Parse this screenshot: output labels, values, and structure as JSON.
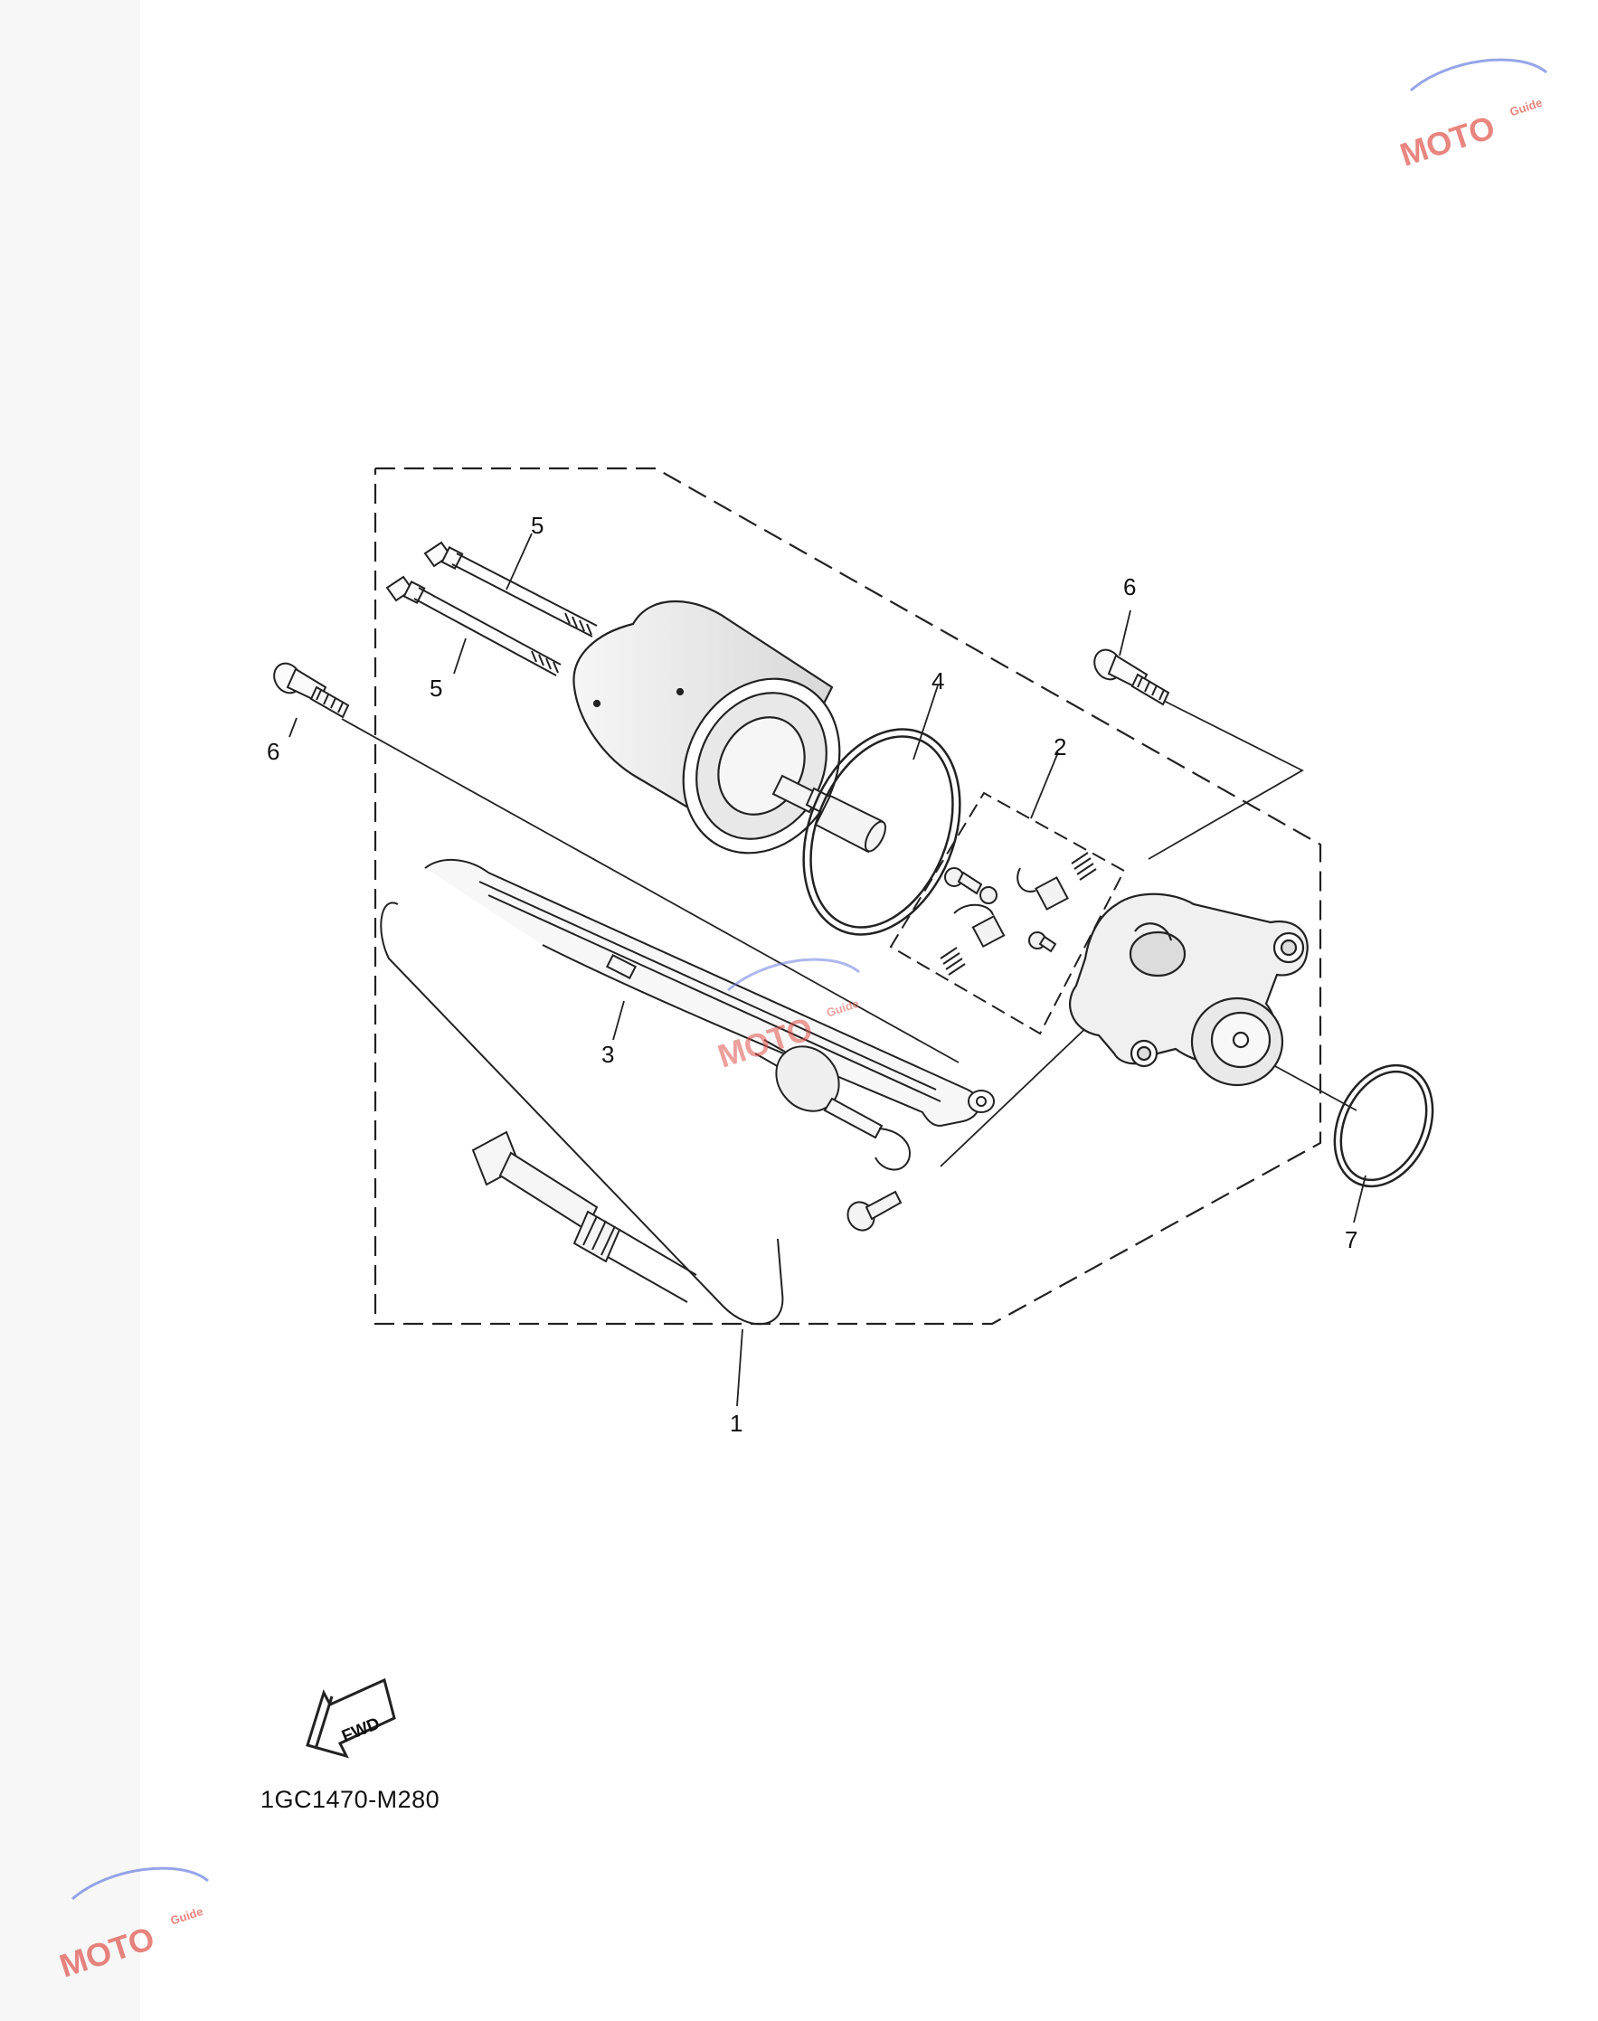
{
  "callouts": {
    "c1": "1",
    "c2": "2",
    "c3": "3",
    "c4": "4",
    "c5a": "5",
    "c5b": "5",
    "c6a": "6",
    "c6b": "6",
    "c7": "7"
  },
  "arrow_label": "FWD",
  "drawing_code": "1GC1470-M280",
  "watermark": {
    "brand": "MOTO",
    "sub": "Guide",
    "color": "#e0524a",
    "accent": "#6c7ee0"
  }
}
